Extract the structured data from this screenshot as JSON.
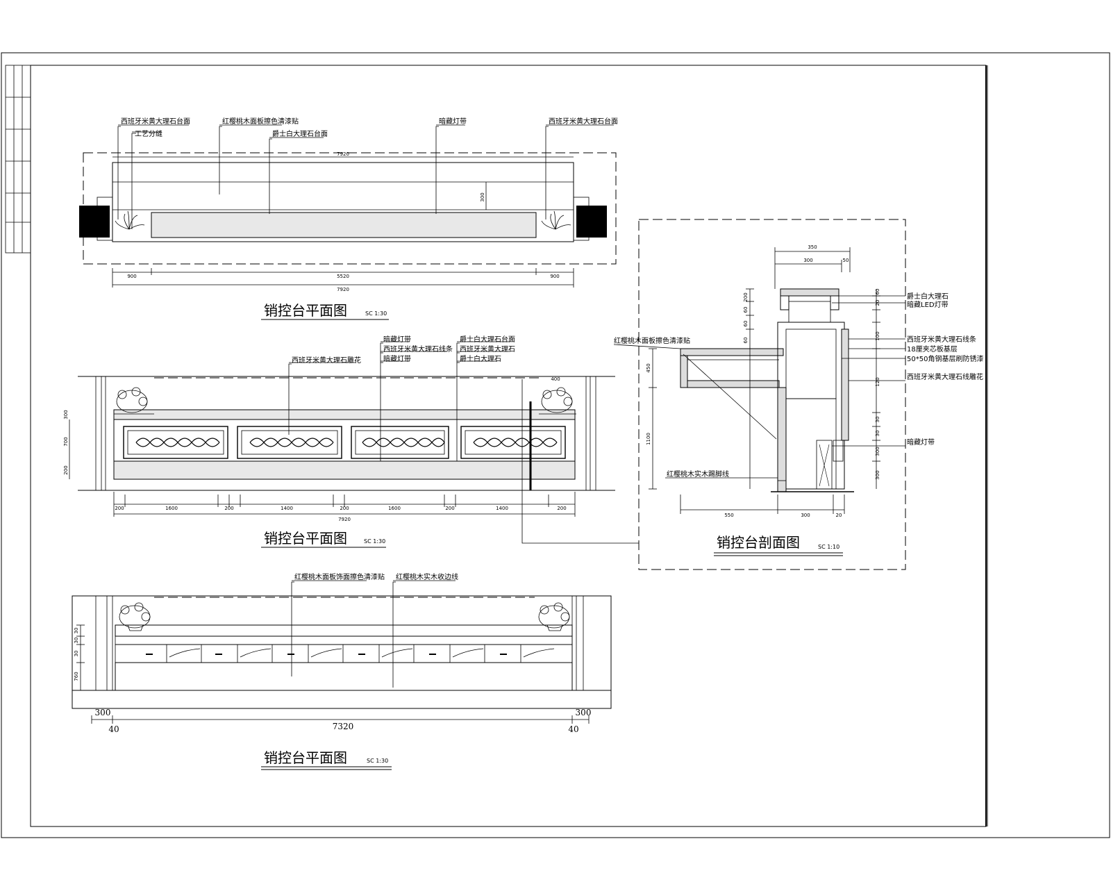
{
  "drawing_1": {
    "title": "销控台平面图",
    "scale": "SC 1:30",
    "callouts": [
      "西班牙米黄大理石台面",
      "工艺分缝",
      "红樱桃木面板擦色清漆贴",
      "爵士白大理石台面",
      "暗藏灯带",
      "西班牙米黄大理石台面"
    ],
    "dims": [
      "7920",
      "300",
      "900",
      "5520",
      "900",
      "7920"
    ]
  },
  "drawing_2": {
    "title": "销控台平面图",
    "scale": "SC 1:30",
    "callouts": [
      "西班牙米黄大理石雕花",
      "暗藏灯带",
      "西班牙米黄大理石线条",
      "暗藏灯带",
      "爵士白大理石台面",
      "西班牙米黄大理石",
      "爵士白大理石"
    ],
    "dims": [
      "200",
      "1600",
      "200",
      "1400",
      "200",
      "1600",
      "200",
      "1400",
      "200",
      "7920",
      "300",
      "700",
      "200",
      "400"
    ]
  },
  "drawing_3": {
    "title": "销控台平面图",
    "scale": "SC 1:30",
    "callouts": [
      "红樱桃木面板饰面擦色清漆贴",
      "红樱桃木实木收边线"
    ],
    "dims": [
      "300",
      "7320",
      "300",
      "40",
      "40",
      "30",
      "30",
      "30",
      "760"
    ]
  },
  "section": {
    "title": "销控台剖面图",
    "scale": "SC 1:10",
    "callouts": [
      "爵士白大理石",
      "暗藏LED灯带",
      "西班牙米黄大理石线条",
      "18厘夹芯板基层",
      "50*50角钢基层刷防锈漆",
      "西班牙米黄大理石线雕花",
      "红樱桃木面板擦色清漆贴",
      "红樱桃木实木踢脚线",
      "暗藏灯带"
    ],
    "dims": [
      "350",
      "300",
      "50",
      "200",
      "60",
      "60",
      "60",
      "60",
      "20",
      "100",
      "30",
      "120",
      "300",
      "450",
      "1100",
      "30",
      "300",
      "550",
      "300",
      "20"
    ]
  }
}
